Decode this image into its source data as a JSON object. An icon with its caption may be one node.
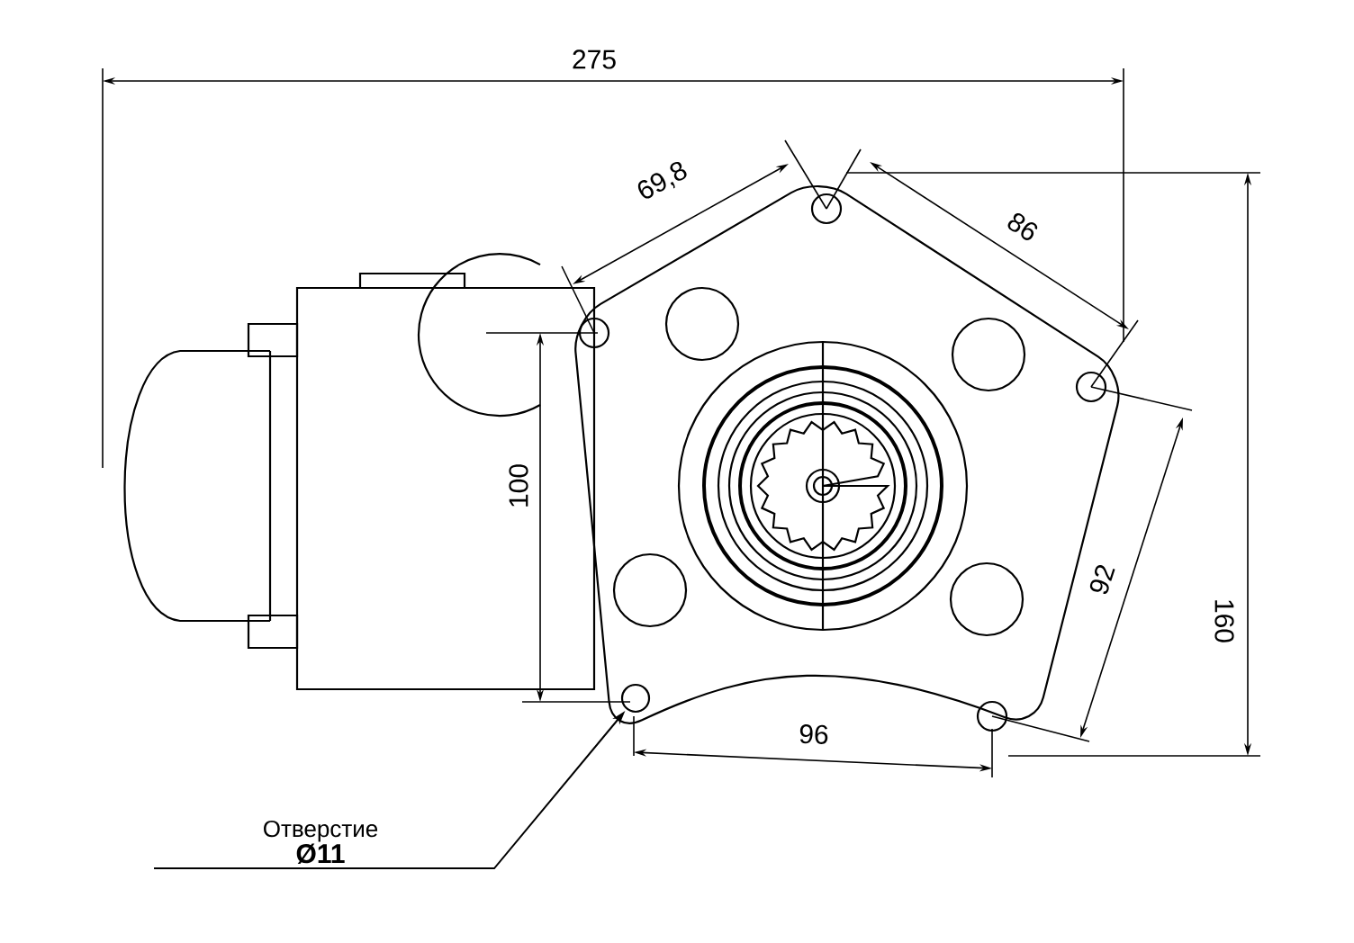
{
  "diagram": {
    "nodes": [
      {
        "text": [
          "Отверстие",
          "Ø11"
        ]
      },
      {
        "text": [],
        "shape": "circle"
      }
    ],
    "edges": [
      {
        "from": 0,
        "to": 1,
        "arrow": "to"
      }
    ],
    "labels": [
      "275",
      "69,8",
      "86",
      "100",
      "160",
      "92",
      "96"
    ]
  }
}
